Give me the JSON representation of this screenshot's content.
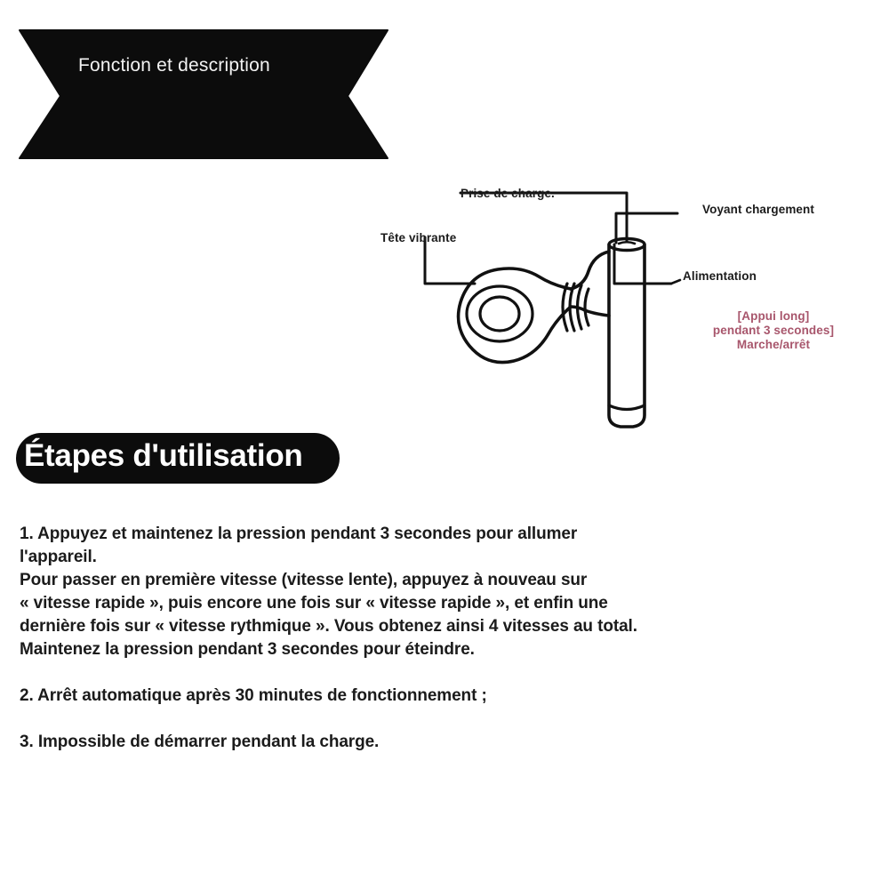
{
  "page": {
    "background_color": "#ffffff",
    "language": "fr"
  },
  "banner": {
    "shape": "ribbon-bowtie",
    "fill_color": "#0c0c0c",
    "text_color": "#f2f2f2",
    "title": "Fonction et description"
  },
  "diagram": {
    "name": "massage-gun-parts-diagram",
    "stroke_color": "#111111",
    "labels": [
      {
        "key": "charging_port",
        "text": "Prise de charge."
      },
      {
        "key": "charging_light",
        "text": "Voyant chargement"
      },
      {
        "key": "vibrating_head",
        "text": "Tête vibrante"
      },
      {
        "key": "power",
        "text": "Alimentation"
      }
    ],
    "note": {
      "color": "#a8566c",
      "line1": "[Appui long]",
      "line2": "pendant 3 secondes]",
      "line3": "Marche/arrêt"
    }
  },
  "steps_section": {
    "pill": {
      "label": "Étapes d'utilisation",
      "background_color": "#0c0c0c",
      "text_color": "#ffffff"
    },
    "paragraphs": [
      "1. Appuyez et maintenez la pression pendant 3 secondes pour allumer l'appareil.",
      "Pour passer en première vitesse (vitesse lente), appuyez à nouveau sur « vitesse rapide », puis encore une fois sur « vitesse rapide », et enfin une dernière fois sur « vitesse rythmique ». Vous obtenez ainsi 4 vitesses au total. Maintenez la pression pendant 3 secondes pour éteindre.",
      "2. Arrêt automatique après 30 minutes de fonctionnement ;",
      "3. Impossible de démarrer pendant la charge."
    ],
    "lines": [
      "1. Appuyez et maintenez la pression pendant 3 secondes pour allumer",
      "l'appareil.",
      "Pour passer en première vitesse (vitesse lente), appuyez à nouveau sur",
      "« vitesse rapide », puis encore une fois sur « vitesse rapide », et enfin une",
      "dernière fois sur « vitesse rythmique ». Vous obtenez ainsi 4 vitesses au total.",
      "Maintenez la pression pendant 3 secondes pour éteindre.",
      "2. Arrêt automatique après 30 minutes de fonctionnement ;",
      "3. Impossible de démarrer pendant la charge."
    ]
  }
}
